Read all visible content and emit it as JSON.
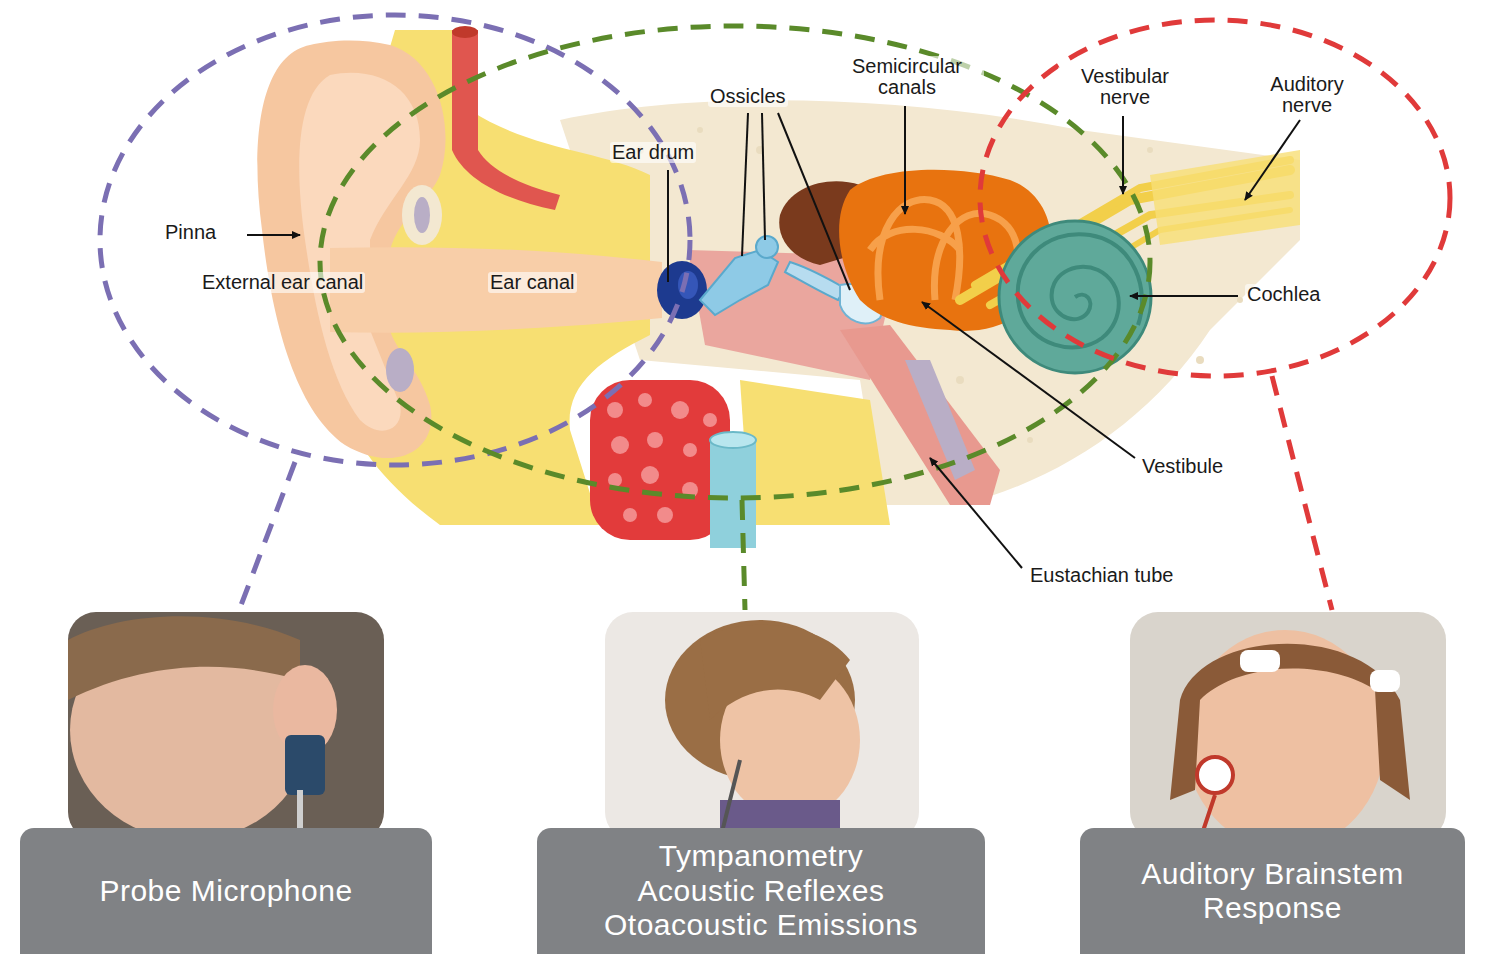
{
  "diagram": {
    "nodes": [
      {
        "text": [
          "Probe Microphone"
        ]
      },
      {
        "text": [
          "Tympanometry",
          "Acoustic Reflexes",
          "Otoacoustic Emissions"
        ]
      },
      {
        "text": [
          "Auditory Brainstem Response"
        ]
      }
    ],
    "labels": [
      "Pinna",
      "External ear canal",
      "Ear canal",
      "Ear drum",
      "Ossicles",
      "Semicircular canals",
      "Vestibular nerve",
      "Auditory nerve",
      "Cochlea",
      "Vestibule",
      "Eustachian tube"
    ]
  }
}
